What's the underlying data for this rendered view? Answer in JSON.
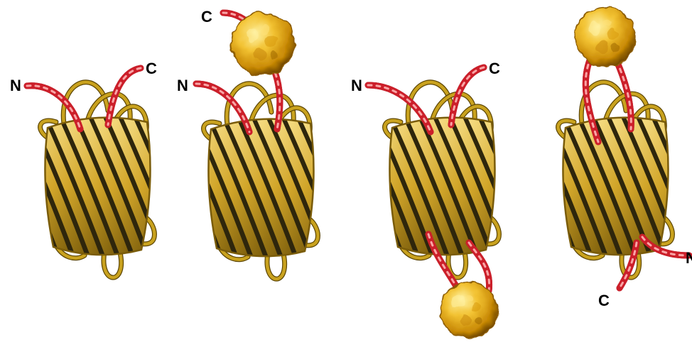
{
  "structures": [
    {
      "n_label": "N",
      "c_label": "C"
    },
    {
      "c_label": "C",
      "n_label": "N"
    },
    {
      "n_label": "N",
      "c_label": "C"
    },
    {
      "c_label": "C",
      "n_label": "N"
    }
  ],
  "colors": {
    "terminus_tube": "#cc1f2a",
    "barrel_ribbon": "#c9a21e",
    "nanoparticle": "#e8b020",
    "background": "#ffffff"
  }
}
